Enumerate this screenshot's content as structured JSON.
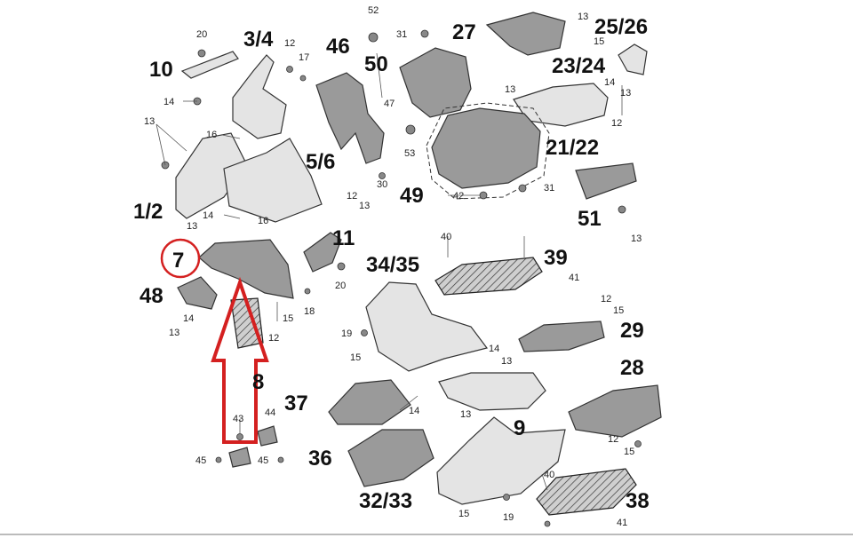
{
  "diagram": {
    "part_labels": [
      "10",
      "3/4",
      "46",
      "50",
      "27",
      "25/26",
      "23/24",
      "21/22",
      "5/6",
      "1/2",
      "49",
      "51",
      "7",
      "11",
      "34/35",
      "39",
      "48",
      "29",
      "8",
      "28",
      "37",
      "9",
      "36",
      "32/33",
      "38"
    ],
    "small_labels": [
      "20",
      "12",
      "17",
      "52",
      "31",
      "13",
      "15",
      "14",
      "47",
      "13",
      "16",
      "13",
      "53",
      "30",
      "12",
      "13",
      "14",
      "13",
      "16",
      "42",
      "31",
      "40",
      "41",
      "20",
      "18",
      "14",
      "13",
      "12",
      "15",
      "19",
      "15",
      "14",
      "13",
      "14",
      "13",
      "43",
      "44",
      "45",
      "45",
      "12",
      "15",
      "40",
      "15",
      "19",
      "41",
      "12",
      "15",
      "14",
      "13",
      "13",
      "12"
    ],
    "highlight_color": "#d42020"
  }
}
